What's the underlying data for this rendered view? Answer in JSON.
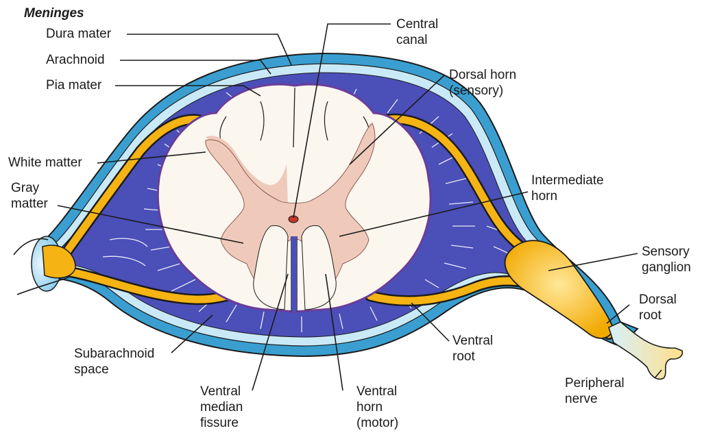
{
  "diagram": {
    "heading": "Meninges",
    "labels": {
      "dura_mater": "Dura mater",
      "arachnoid": "Arachnoid",
      "pia_mater": "Pia mater",
      "white_matter": "White matter",
      "gray_matter": "Gray\nmatter",
      "subarachnoid_space": "Subarachnoid\nspace",
      "ventral_median_fissure": "Ventral\nmedian\nfissure",
      "ventral_horn": "Ventral\nhorn\n(motor)",
      "ventral_root": "Ventral\nroot",
      "peripheral_nerve": "Peripheral\nnerve",
      "dorsal_root": "Dorsal\nroot",
      "sensory_ganglion": "Sensory\nganglion",
      "intermediate_horn": "Intermediate\nhorn",
      "dorsal_horn": "Dorsal horn\n(sensory)",
      "central_canal": "Central\ncanal"
    },
    "colors": {
      "dura": "#3a9fd0",
      "dura_light": "#c9e9f7",
      "subarachnoid": "#4b4fb8",
      "white_matter": "#fbf6ee",
      "gray_matter": "#efcabb",
      "root_yellow": "#f5b414",
      "root_outline": "#2a2a2a",
      "pia": "#6a3d9a"
    }
  }
}
